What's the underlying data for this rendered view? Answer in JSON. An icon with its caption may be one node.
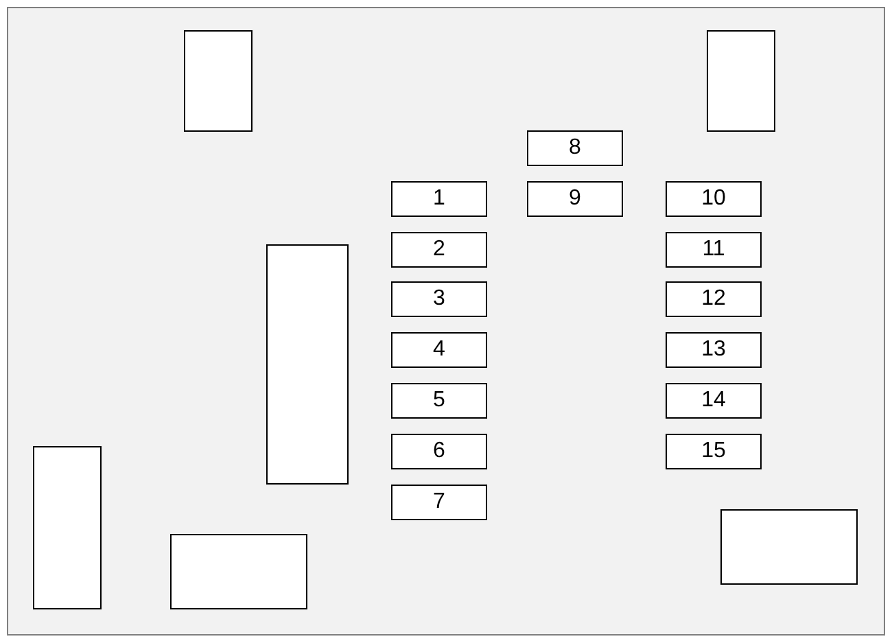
{
  "diagram": {
    "nodes": [
      {
        "text": [
          "1"
        ]
      },
      {
        "text": [
          "2"
        ]
      },
      {
        "text": [
          "3"
        ]
      },
      {
        "text": [
          "4"
        ]
      },
      {
        "text": [
          "5"
        ]
      },
      {
        "text": [
          "6"
        ]
      },
      {
        "text": [
          "7"
        ]
      },
      {
        "text": [
          "8"
        ]
      },
      {
        "text": [
          "9"
        ]
      },
      {
        "text": [
          "10"
        ]
      },
      {
        "text": [
          "11"
        ]
      },
      {
        "text": [
          "12"
        ]
      },
      {
        "text": [
          "13"
        ]
      },
      {
        "text": [
          "14"
        ]
      },
      {
        "text": [
          "15"
        ]
      },
      {
        "text": [],
        "shape": "box"
      },
      {
        "text": [],
        "shape": "box"
      },
      {
        "text": [],
        "shape": "box"
      },
      {
        "text": [],
        "shape": "box"
      },
      {
        "text": [],
        "shape": "box"
      },
      {
        "text": [],
        "shape": "box"
      }
    ],
    "edges": []
  }
}
